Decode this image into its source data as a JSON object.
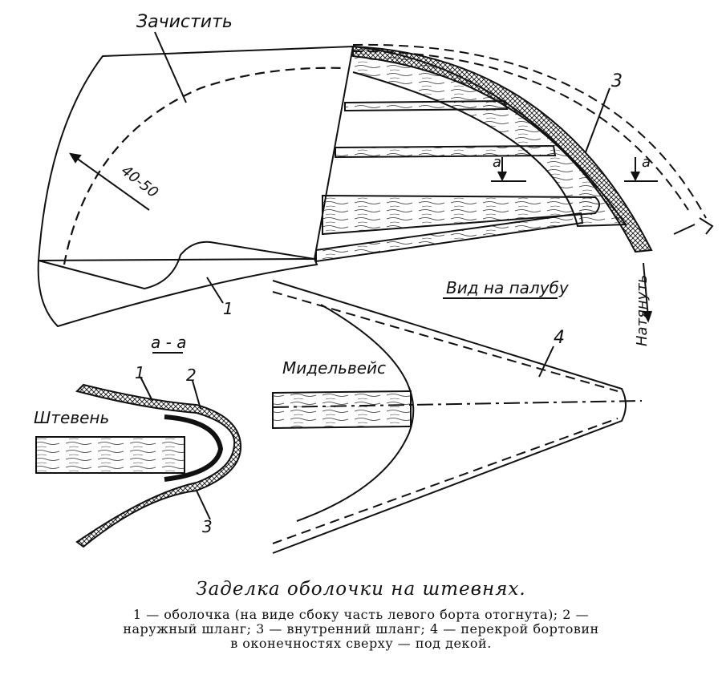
{
  "labels": {
    "clean": "Зачистить",
    "dimension": "40-50",
    "section_mark_left": "a",
    "section_mark_right": "a",
    "part3_top": "3",
    "part1_top": "1",
    "pull": "Натянуть",
    "deck_view": "Вид на палубу",
    "section_title": "а - а",
    "stem": "Штевень",
    "part1_sec": "1",
    "part2_sec": "2",
    "part3_sec": "3",
    "midel": "Мидельвейс",
    "part4": "4"
  },
  "caption": {
    "title": "Заделка оболочки на штевнях.",
    "legend": [
      "1 — оболочка (на виде сбоку часть левого борта отогнута);",
      "2 — наружный шланг;",
      "3 — внутренний шланг;",
      "4 — перекрой бортовин в оконечностях сверху — под декой."
    ]
  }
}
